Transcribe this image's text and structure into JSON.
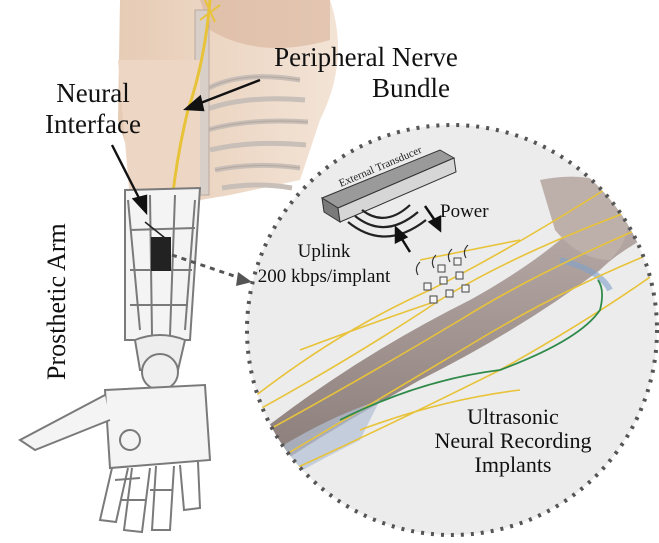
{
  "labels": {
    "neural_interface": [
      "Neural",
      "Interface"
    ],
    "peripheral_nerve_bundle": [
      "Peripheral Nerve",
      "Bundle"
    ],
    "prosthetic_arm": "Prosthetic Arm",
    "external_transducer": "External Transducer",
    "power": "Power",
    "uplink": [
      "Uplink",
      "200 kbps/implant"
    ],
    "implants": [
      "Ultrasonic",
      "Neural Recording",
      "Implants"
    ]
  },
  "colors": {
    "nerve": "#e8c33a",
    "green_nerve": "#2f8a4a",
    "bone": "#a49590",
    "skin": "#e9cdb6",
    "zoom_fill": "#ececec",
    "zoom_border": "#555555",
    "arm_line": "#7a7a7a"
  }
}
